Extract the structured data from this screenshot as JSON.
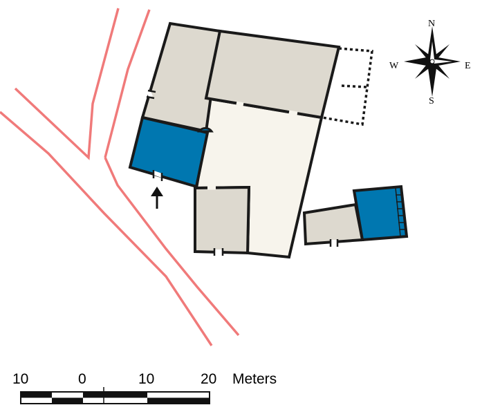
{
  "colors": {
    "room_fill": "#ddd9cf",
    "courtyard_fill": "#f7f4ec",
    "highlight_fill": "#0077b0",
    "wall": "#1a1a1a",
    "road": "#f07a7a"
  },
  "compass": {
    "north": "N",
    "south": "S",
    "east": "E",
    "west": "W"
  },
  "scale_bar": {
    "labels": [
      "10",
      "0",
      "10",
      "20"
    ],
    "unit": "Meters"
  },
  "icons": {
    "entrance": "arrow-up-icon",
    "compass": "compass-rose-icon"
  }
}
